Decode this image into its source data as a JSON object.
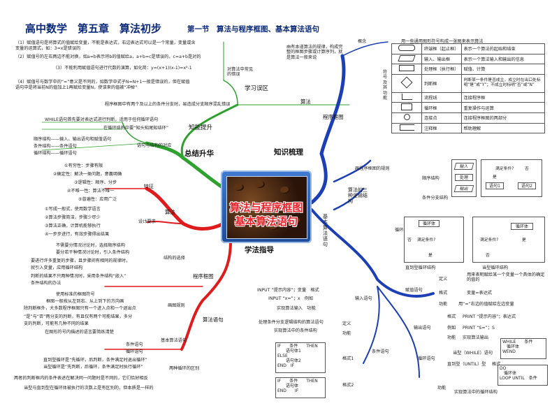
{
  "title": {
    "main": "高中数学　第五章　算法初步",
    "section": "第一节　算法与程序框图、基本算法语句"
  },
  "center": {
    "line1": "算法与程序框图",
    "line2": "基本算法语句"
  },
  "branches": {
    "knowledge": "知识梳理",
    "summary": "总结升华",
    "study": "学法指导",
    "study_area": "学习误区",
    "knowledge_up": "知能提升"
  },
  "misconceptions": {
    "label": "对算法中常见的错误",
    "items": [
      "（1）赋值语句是将算式的值赋给变量，不能是表达式，右边表达式可以是一个常量，变量或含",
      "变量的运算式，如：3=x是错误的",
      "（2）赋值号的左右两边不能对换，如a=b表示将b的值赋给a，a+b=c是错误的，c=a+b是对的",
      "（3）不能利用赋值语句进行代数的演算，如化简：y=(x+1)(x-1)=x²-1",
      "（4）赋值号与数学中的“=”意义是不同的，如数学中式子N=N+1一般是错误的，但在赋值",
      "语句中是将当前N的值加上1再赋给变量N，使该来的值被“冲掉”",
      "程序框图中有两个及以上的条件分支时，易造成分支顺序混乱错误"
    ]
  },
  "improve": {
    "items": [
      "WHILE语句首先要对表达式进行判断，适用于任何循环语句",
      "在循环结构中要“知头知尾知结环”",
      "顺序结构——输入、输出语句和赋值语句",
      "条件结构——条件语句",
      "循环结构——循环语句"
    ],
    "link_label": "语句与结构的对应"
  },
  "characteristics": {
    "label": "特征",
    "items": [
      "①有穷性：步骤有限",
      "②确定性：解决一类问题，意義明确",
      "③逻辑性：顺序、分步",
      "④不唯一性：算法不唯一",
      "⑤普遍性：应用广泛"
    ]
  },
  "design": {
    "label": "设计要求",
    "items": [
      "①写成一般式，使用数学语言",
      "②算法步骤简洁，步骤少尽少",
      "③算法正确，计算机能够执行",
      "④一步步进行，有效步骤得出结果"
    ]
  },
  "algorithm_label": "算法",
  "flowchart": {
    "label": "程序框图",
    "structure_label": "结构的选择",
    "structure_items": [
      "不需要分情况讨论时，选择顺序结构",
      "要分若干种情况讨论时，引入条件结构",
      "要进行许多重复的步骤，且步骤间有相同的规律时，",
      "就引入变量，应用循环结构",
      "判断的结果不只两种情况时，采用条件结构“嵌入”",
      "条件结构的办法"
    ],
    "drawing_label": "画图规则",
    "drawing_items": [
      "使用标准的框图符号",
      "框图一般按从左到右、从上到下的方向画",
      "除判断框外，大多数程序框图只有一个进入点和一个退出点",
      "“是”与“否”两分支的判断，有且仅有两个可能结果，多分",
      "支的判断，可能有几种不同的结果",
      "在图形符号内描述的语言要简练清楚"
    ]
  },
  "statements": {
    "label": "算法语句",
    "basic_label": "基本算法语句",
    "basic_items": [
      "条件语句",
      "循环语句"
    ],
    "loop_diff_label": "两种循环的区别",
    "loop_diff_items": [
      "直到型循环是“先循环，后判断，条件满足时退出循环”",
      "当型循环是“先判断，后循环，条件满足时执行循环”",
      "两者的判断框内的条件表述在解决同一问题时是不同的，它们恰好相反",
      "当型与直到型在循环体被执行的次数上是有区别的，但本质是一样的"
    ]
  },
  "concept": {
    "label": "概念",
    "text": "由有本道算法的规律，构成完整的框图步骤或计算序列，就是算法一般来说"
  },
  "flow_label": "程序框图",
  "legend": {
    "title_text": "用一些通用图形符号构成一张图来表示算法",
    "side_label": "符号及其功能",
    "rows": [
      [
        "终端框（起止框）",
        "表示一个算法的起始和结束"
      ],
      [
        "输入、输出框",
        "表示一个算法输入和输出的信息"
      ],
      [
        "处理框（执行框）",
        "赋值、计算"
      ],
      [
        "判断框",
        "判断某一条件是否成立，成立时在出口处标明“是”或“Y”；不成立时标明“否”或“N”"
      ],
      [
        "流程线",
        "连接程序框"
      ],
      [
        "循环框",
        "重复操作与运算"
      ],
      [
        "连接点",
        "连接程序框图的两部分"
      ],
      [
        "注释框",
        "帮助理解"
      ]
    ]
  },
  "rules_label": "画程序框图的规则",
  "logic": {
    "label": "算法的三种逻辑结构",
    "seq": "顺序结构",
    "cond": "条件分支结构",
    "loop": "循环结构",
    "until": "直到型循环结构",
    "while": "当型循环结构"
  },
  "diagram_text": {
    "input": "输入",
    "proc": "处理",
    "output": "输出",
    "cond": "满足条件?",
    "yes": "是",
    "no": "否",
    "stmt1": "语句1",
    "stmt2": "语句2",
    "loop_body": "循环体"
  },
  "basic_statements": {
    "label": "基本算法语句"
  },
  "io": {
    "label": "输入语句",
    "syntax": "INPUT “提示内容”；变量　格式",
    "example": "INPUT “x=”；x　例如",
    "func_text": "实现算法输入　功能"
  },
  "assign": {
    "label": "赋值语句",
    "def": "定义",
    "def_text": "用来表明赋给某一个变量一个具体的确定的值的",
    "format": "格式",
    "format_text": "变量=表达式",
    "func": "功能",
    "func_text": "用“=”右边的值赋给左边变量"
  },
  "output": {
    "label": "输出语句",
    "format": "格式",
    "format_text": "PRINT “提示内容”；表达式",
    "eg": "例如",
    "eg_text": "PRINT “S=”；S",
    "func": "功能",
    "func_text": "实现算法输出"
  },
  "cond": {
    "label": "条件语句",
    "def": "处理条件分支逻辑结构的算法语句",
    "def_label": "定义",
    "func_text": "实现算法中的条件结构",
    "func_label": "功能",
    "f1_label": "格式1",
    "f1": [
      "IF　　条件　　THEN",
      "　　语句体1",
      "ELSE",
      "　　语句体2",
      "END　IF"
    ],
    "f2_label": "格式2",
    "f2": [
      "IF　　条件　　THEN",
      "　　语句体",
      "END　　IF"
    ]
  },
  "loop": {
    "label": "循环语句",
    "while_label": "当型（WHILE）语句",
    "until_label": "直到型（UNTIL）型",
    "format_label": "格式",
    "func_label": "功能",
    "func_text": "实现算法中的循环结构",
    "while_code": [
      "WHILE　　条件",
      "　循环体",
      "WEND"
    ],
    "until_code": [
      "DO",
      "　循环体",
      "LOOP UNTIL　条件"
    ]
  },
  "colors": {
    "blue": "#1d3fb5",
    "red": "#e01b1b",
    "green": "#2fa12f",
    "title": "#0b2a7a"
  }
}
